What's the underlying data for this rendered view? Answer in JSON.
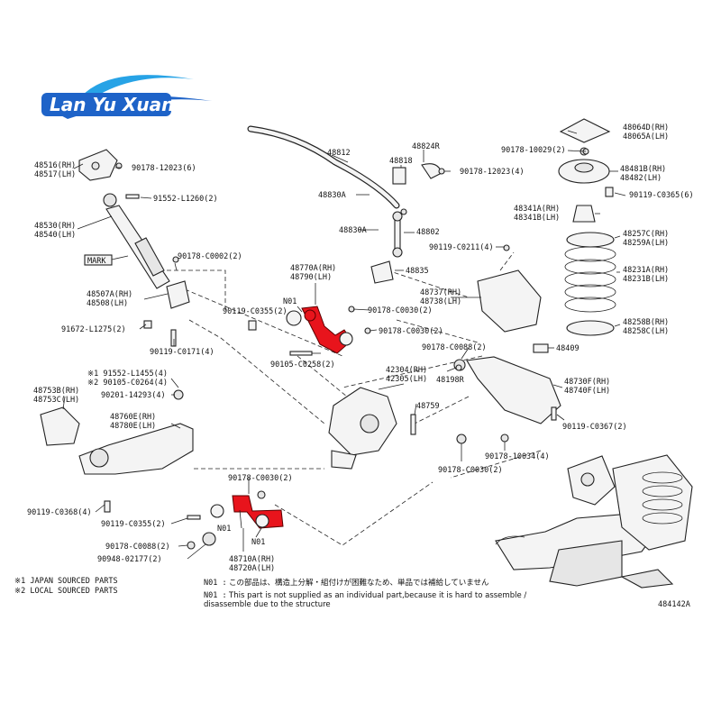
{
  "brand": {
    "logo_text": "Lan Yu Xuan",
    "colors": {
      "logo_blue": "#1e63c8",
      "logo_cyan": "#27a3e6",
      "highlight_red": "#e8141c"
    }
  },
  "diagram_id": "484142A",
  "labels": {
    "p48516": "48516(RH)",
    "p48517": "48517(LH)",
    "p90178_12023_a": "90178-12023(6)",
    "p91552_L1260": "91552-L1260(2)",
    "p48530": "48530(RH)",
    "p48540": "48540(LH)",
    "mark": "MARK",
    "p48507A": "48507A(RH)",
    "p48508": "48508(LH)",
    "p91672": "91672-L1275(2)",
    "p90178_C0002": "90178-C0002(2)",
    "p90119_C0171": "90119-C0171(4)",
    "p48812": "48812",
    "p48818": "48818",
    "p48824R": "48824R",
    "p90178_12023_b": "90178-12023(4)",
    "p48830A_a": "48830A",
    "p48830A_b": "48830A",
    "p48802": "48802",
    "p48835": "48835",
    "p48770A": "48770A(RH)",
    "p48790": "48790(LH)",
    "n01_a": "N01",
    "p90119_C0355_a": "90119-C0355(2)",
    "p90178_C0030_a": "90178-C0030(2)",
    "p90178_C0030_b": "90178-C0030(2)",
    "p90105_C0258": "90105-C0258(2)",
    "p48737": "48737(RH)",
    "p48738": "48738(LH)",
    "p90119_C0211": "90119-C0211(4)",
    "p90178_C0088_a": "90178-C0088(2)",
    "p48198R": "48198R",
    "p42304": "42304(RH)",
    "p42305": "42305(LH)",
    "p48759": "48759",
    "p48064D": "48064D(RH)",
    "p48065A": "48065A(LH)",
    "p90178_10029": "90178-10029(2)",
    "p48481B": "48481B(RH)",
    "p48482": "48482(LH)",
    "p90119_C0365": "90119-C0365(6)",
    "p48341A": "48341A(RH)",
    "p48341B": "48341B(LH)",
    "p48257C": "48257C(RH)",
    "p48259A": "48259A(LH)",
    "p48231A": "48231A(RH)",
    "p48231B": "48231B(LH)",
    "p48258B": "48258B(RH)",
    "p48258C": "48258C(LH)",
    "p48409": "48409",
    "p48730F": "48730F(RH)",
    "p48740F": "48740F(LH)",
    "p90119_C0367": "90119-C0367(2)",
    "p90178_10034": "90178-10034(4)",
    "p90178_C0030_c": "90178-C0030(2)",
    "p48753B": "48753B(RH)",
    "p48753C": "48753C(LH)",
    "p91552_L1455": "※1 91552-L1455(4)",
    "p90105_C0264": "※2 90105-C0264(4)",
    "p90201_14293": "90201-14293(4)",
    "p48760E": "48760E(RH)",
    "p48780E": "48780E(LH)",
    "p90119_C0368": "90119-C0368(4)",
    "p90119_C0355_b": "90119-C0355(2)",
    "p90178_C0088_b": "90178-C0088(2)",
    "p90948_02177": "90948-02177(2)",
    "p90178_C0030_d": "90178-C0030(2)",
    "n01_b": "N01",
    "n01_c": "N01",
    "p48710A": "48710A(RH)",
    "p48720A": "48720A(LH)"
  },
  "footnotes": {
    "japan": "※1 JAPAN SOURCED PARTS",
    "local": "※2 LOCAL SOURCED PARTS",
    "n01_jp_key": "N01 :",
    "n01_jp": "この部品は、構造上分解・組付けが困難なため、単品では補給していません",
    "n01_en_key": "N01 :",
    "n01_en_1": "This part is not supplied as an individual part,because it is hard to assemble /",
    "n01_en_2": "disassemble due to the structure"
  }
}
